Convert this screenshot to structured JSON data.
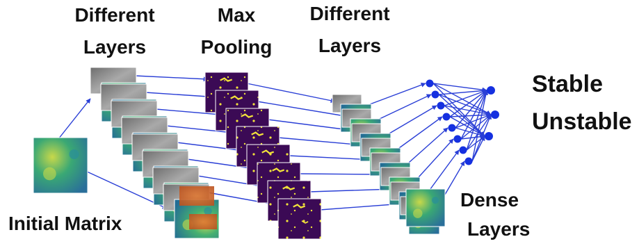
{
  "labels": {
    "conv1_line1": "Different",
    "conv1_line2": "Layers",
    "pool_line1": "Max",
    "pool_line2": "Pooling",
    "conv2_line1": "Different",
    "conv2_line2": "Layers",
    "output_stable": "Stable",
    "output_unstable": "Unstable",
    "dense_line1": "Dense",
    "dense_line2": "Layers",
    "input": "Initial Matrix"
  },
  "colors": {
    "arrow": "#2a3fd6",
    "node": "#1530e0",
    "map_green": "#3aa874",
    "map_teal": "#2a8f9a",
    "map_yellow": "#c8d84a",
    "map_gray": "#8c8c8c",
    "map_orange": "#d2652a",
    "pool_purple": "#3b0a55",
    "pool_yellow": "#f2e33a"
  },
  "layers": {
    "conv1_maps": 8,
    "pool_maps": 8,
    "conv2_maps": 8,
    "dense_nodes": 8,
    "output_nodes": 3
  }
}
